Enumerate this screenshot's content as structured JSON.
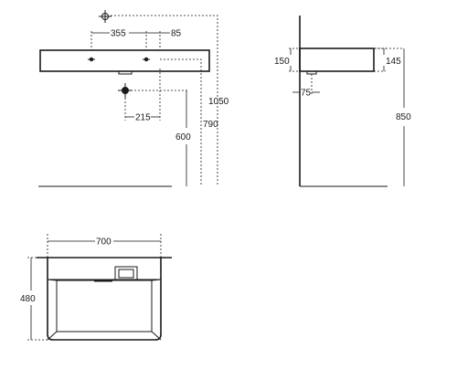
{
  "front_view": {
    "dim_tap_spacing": "355",
    "dim_tap_offset": "85",
    "dim_drain_offset": "215",
    "dim_waste_height": "600",
    "dim_basin_height": "790",
    "dim_tap_height": "1050"
  },
  "side_view": {
    "dim_depth_left": "150",
    "dim_depth_right": "145",
    "dim_drain_setback": "75",
    "dim_total_height": "850"
  },
  "top_view": {
    "dim_width": "700",
    "dim_depth": "480"
  },
  "colors": {
    "line": "#1a1a1a",
    "background": "#ffffff"
  }
}
